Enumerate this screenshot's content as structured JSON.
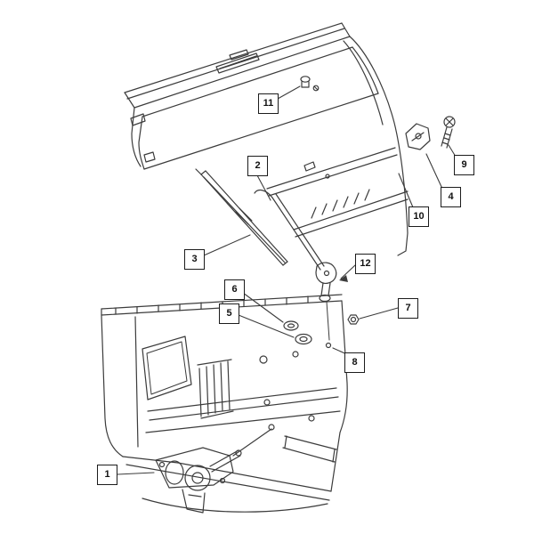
{
  "page": {
    "background_color": "#ffffff"
  },
  "diagram": {
    "type": "exploded-parts-line-drawing",
    "subject": "rear-liftgate-wiper-assembly",
    "line_color": "#3c3c3c",
    "callout_box_border_color": "#1c1c1c",
    "callouts": [
      {
        "label": "1"
      },
      {
        "label": "2"
      },
      {
        "label": "3"
      },
      {
        "label": "4"
      },
      {
        "label": "5"
      },
      {
        "label": "6"
      },
      {
        "label": "7"
      },
      {
        "label": "8"
      },
      {
        "label": "9"
      },
      {
        "label": "10"
      },
      {
        "label": "11"
      },
      {
        "label": "12"
      }
    ]
  }
}
